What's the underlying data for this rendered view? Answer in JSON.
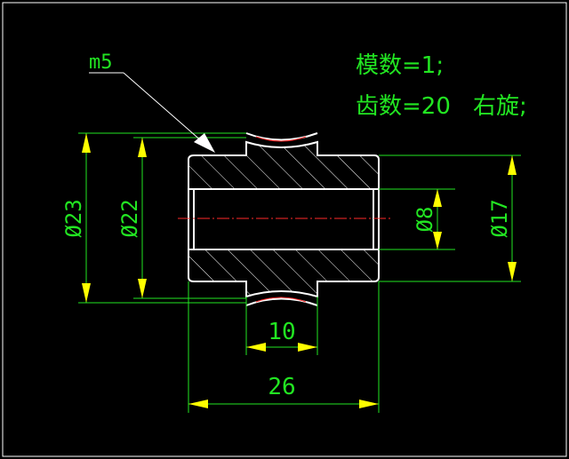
{
  "notes": {
    "module": "模数=1;",
    "teeth": "齿数=20",
    "hand": "右旋;"
  },
  "callout": "m5",
  "dimensions": {
    "d23": "Ø23",
    "d22": "Ø22",
    "d8": "Ø8",
    "d17": "Ø17",
    "w10": "10",
    "w26": "26"
  },
  "colors": {
    "outline": "#ffffff",
    "dimension": "#22e622",
    "arrow": "#ffff00",
    "hatch": "#ffffff",
    "centerline": "#ff2a2a",
    "background": "#000000"
  }
}
